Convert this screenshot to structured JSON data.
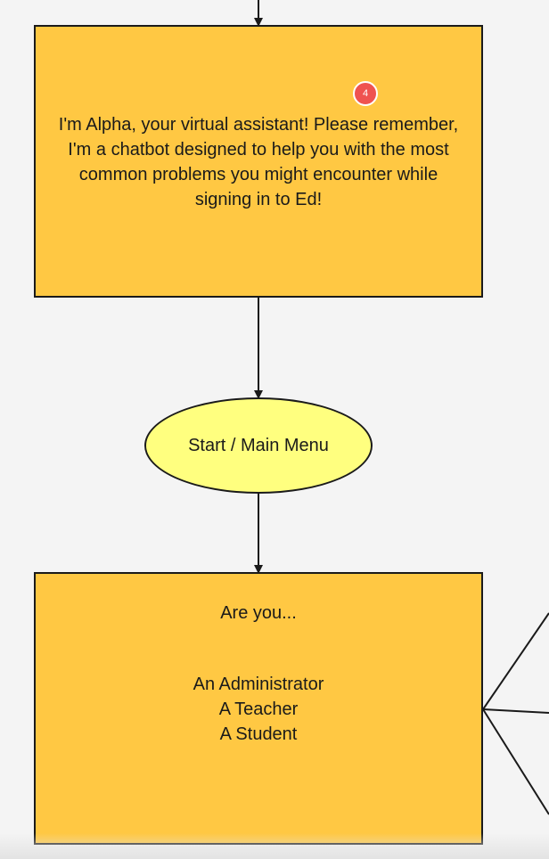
{
  "nodes": {
    "intro": {
      "text": "I'm Alpha, your virtual assistant! Please remember, I'm a chatbot designed to help you with the most common problems you might encounter while signing in to Ed!",
      "badge": "4"
    },
    "start": {
      "label": "Start / Main Menu"
    },
    "question": {
      "prompt": "Are you...",
      "options": [
        "An Administrator",
        "A Teacher",
        "A Student"
      ]
    }
  },
  "colors": {
    "box_fill": "#ffc843",
    "ellipse_fill": "#ffff7f",
    "badge_fill": "#ef5350",
    "stroke": "#1a1a1a",
    "background": "#f4f4f4"
  }
}
